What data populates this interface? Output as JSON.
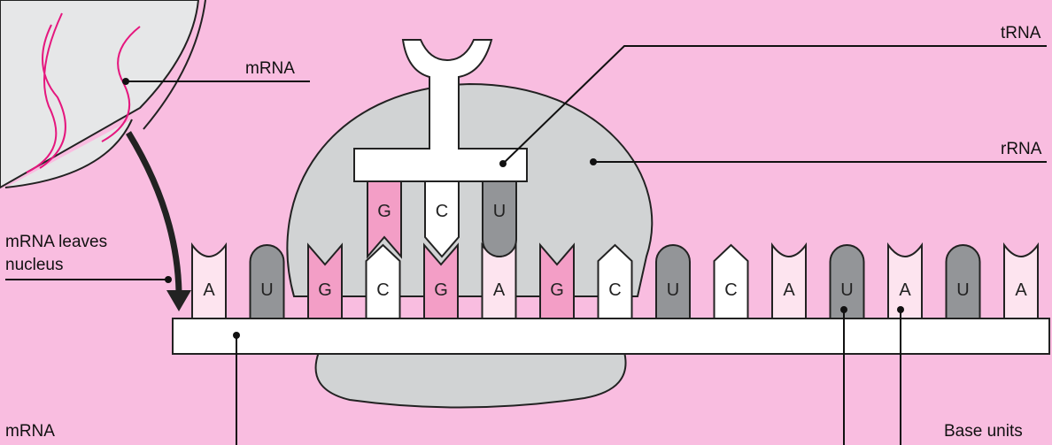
{
  "labels": {
    "trna": "tRNA",
    "rrna": "rRNA",
    "mrna_nucleus": "mRNA",
    "mrna_leaves_line1": "mRNA leaves",
    "mrna_leaves_line2": "nucleus",
    "mrna_strand": "mRNA",
    "base_units": "Base units"
  },
  "trna_anticodon": [
    "G",
    "C",
    "U"
  ],
  "mrna_bases": [
    "A",
    "U",
    "G",
    "C",
    "G",
    "A",
    "G",
    "C",
    "U",
    "C",
    "A",
    "U",
    "A",
    "U",
    "A"
  ],
  "colors": {
    "background": "#f9bde0",
    "ribosome": "#d1d3d4",
    "A": "#fde4ef",
    "U": "#939598",
    "G": "#f39ec6",
    "C": "#ffffff",
    "mrna_in_nucleus": "#e5177e"
  }
}
